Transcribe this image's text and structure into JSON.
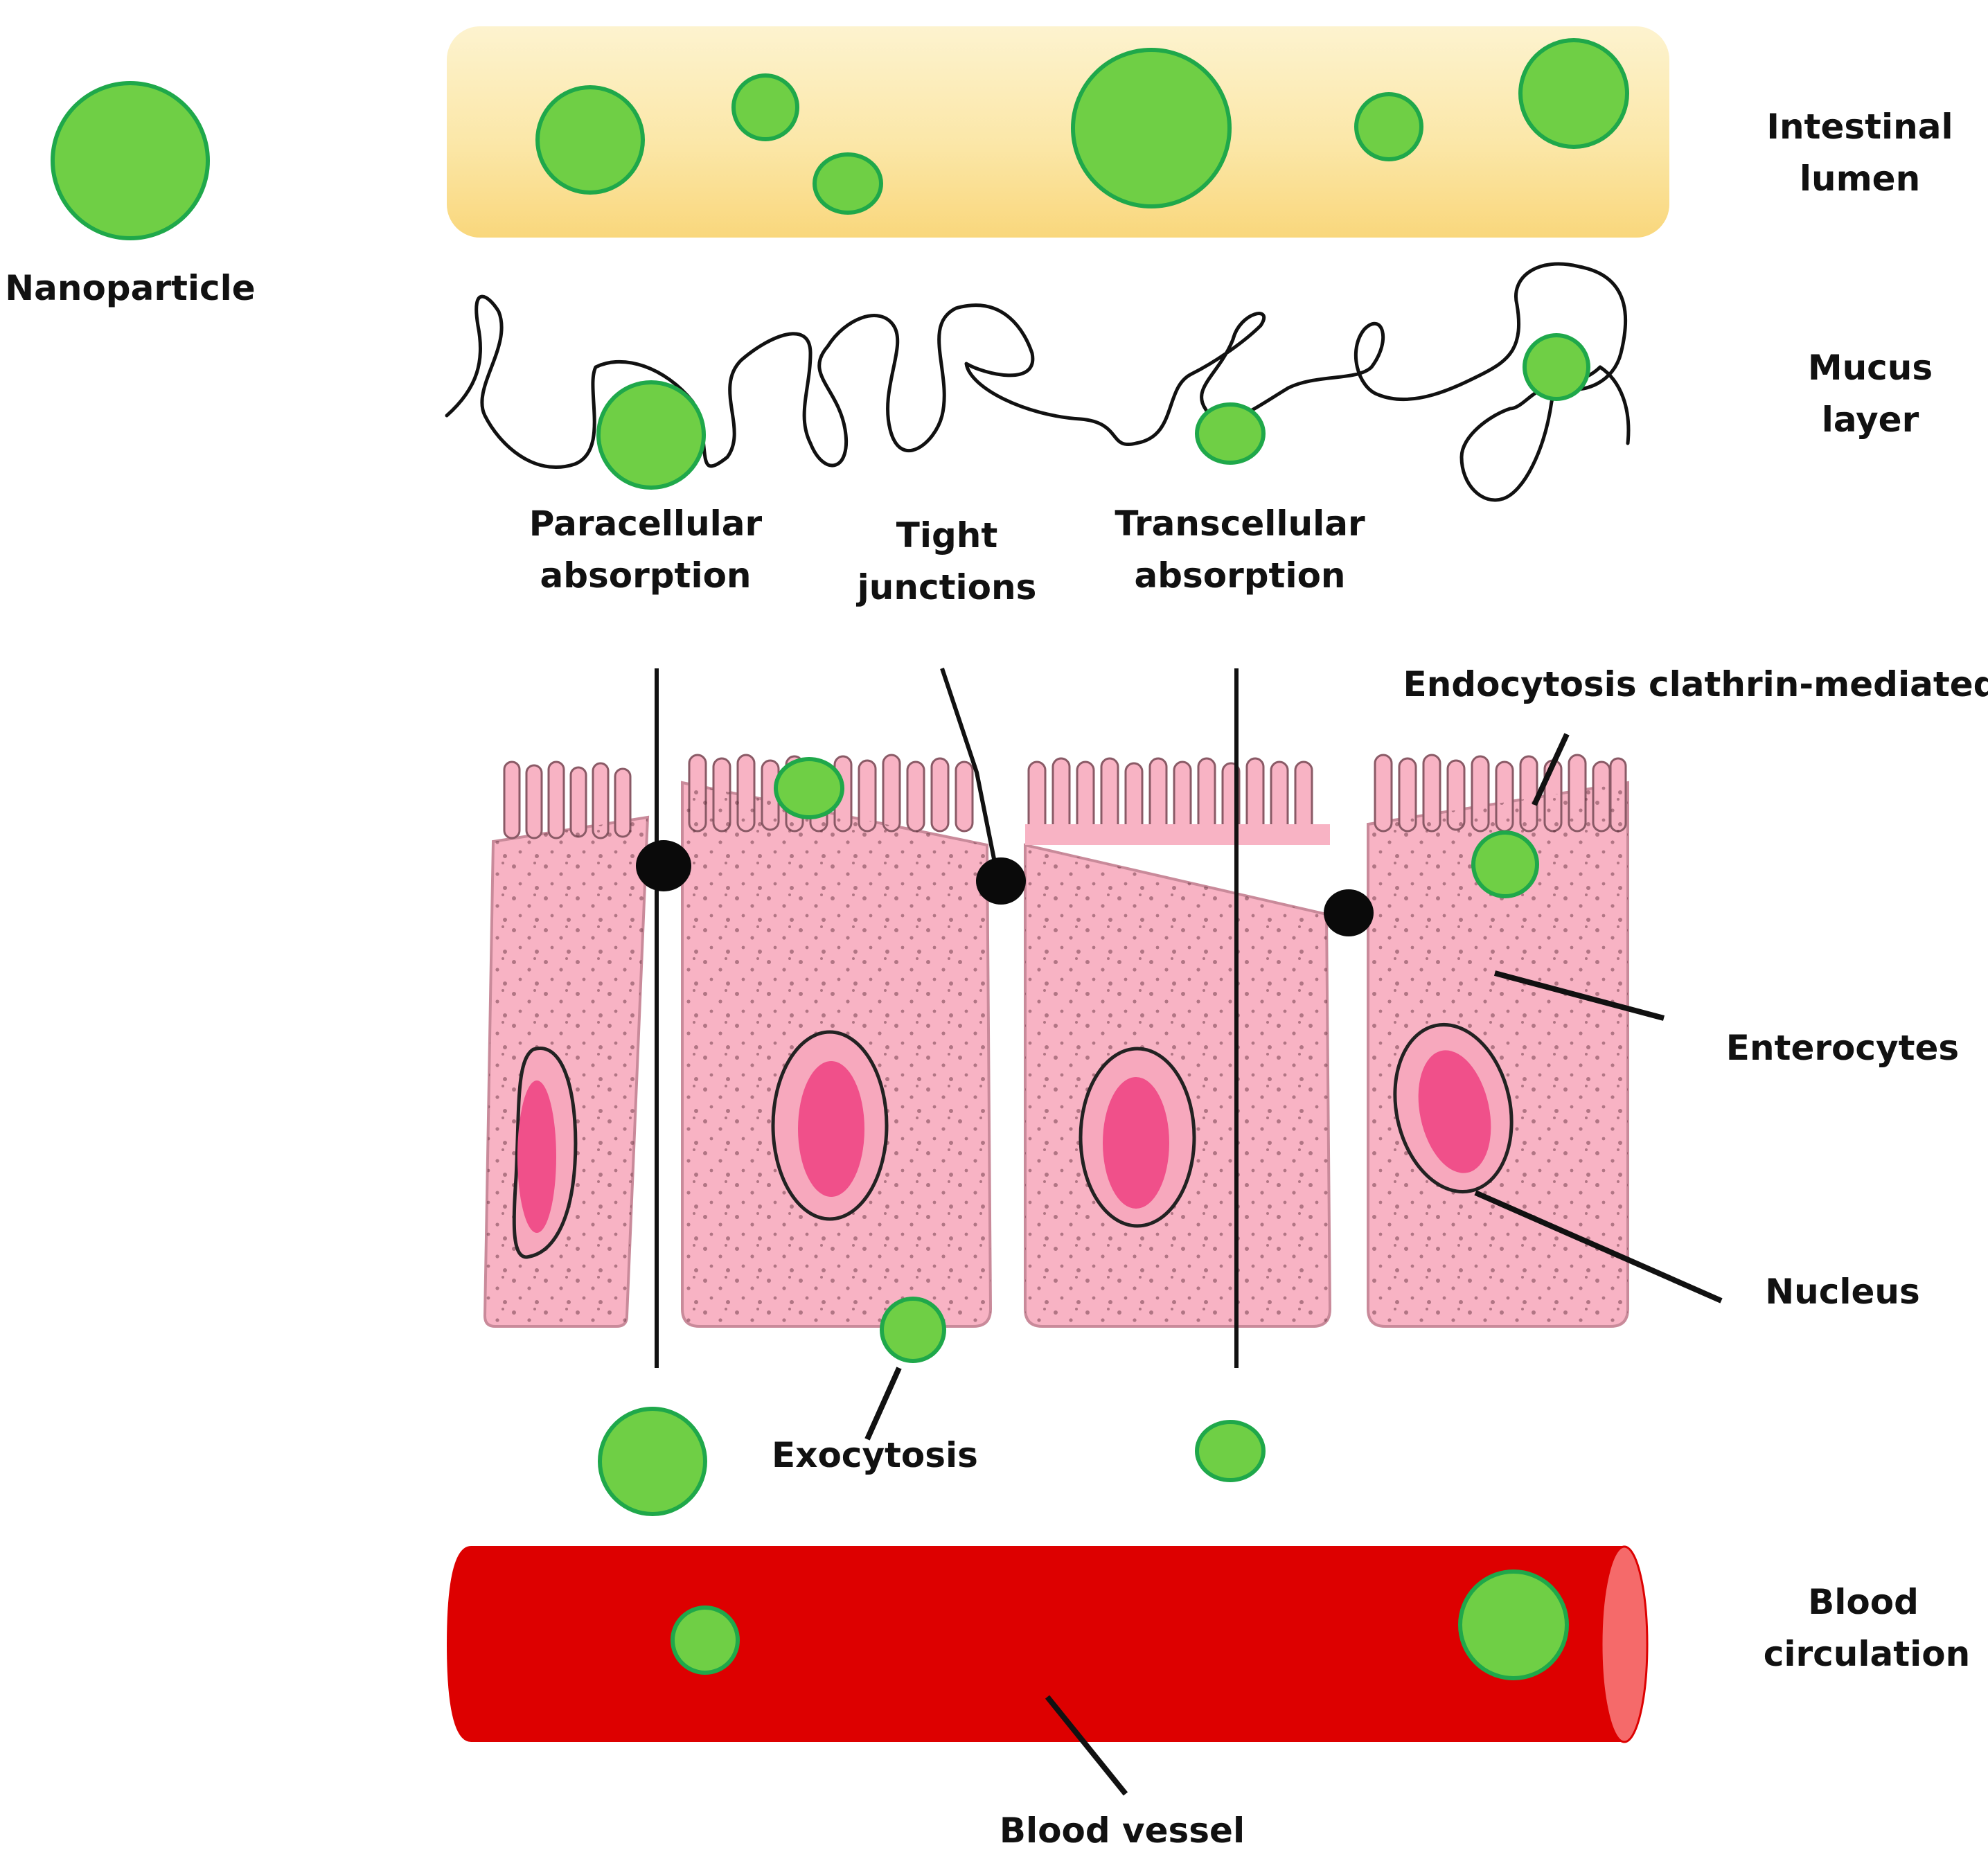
{
  "labels": {
    "nanoparticle": "Nanoparticle",
    "intestinal_lumen": [
      "Intestinal",
      "lumen"
    ],
    "mucus_layer": [
      "Mucus",
      "layer"
    ],
    "paracellular": [
      "Paracellular",
      "absorption"
    ],
    "tight_junctions": [
      "Tight",
      "junctions"
    ],
    "transcellular": [
      "Transcellular",
      "absorption"
    ],
    "endocytosis": "Endocytosis clathrin-mediated",
    "enterocytes": "Enterocytes",
    "nucleus": "Nucleus",
    "exocytosis": "Exocytosis",
    "blood_circulation": [
      "Blood",
      "circulation"
    ],
    "blood_vessel": "Blood vessel"
  },
  "colors": {
    "nanoparticle_fill": "#6fcf45",
    "nanoparticle_border": "#1fa84a",
    "lumen_light": "#fdf3cf",
    "lumen_dark": "#f9da84",
    "cell": "#f8b3c4",
    "nucleolus": "#f0508a",
    "vessel": "#dd0000",
    "vessel_end": "#f56a6a"
  }
}
